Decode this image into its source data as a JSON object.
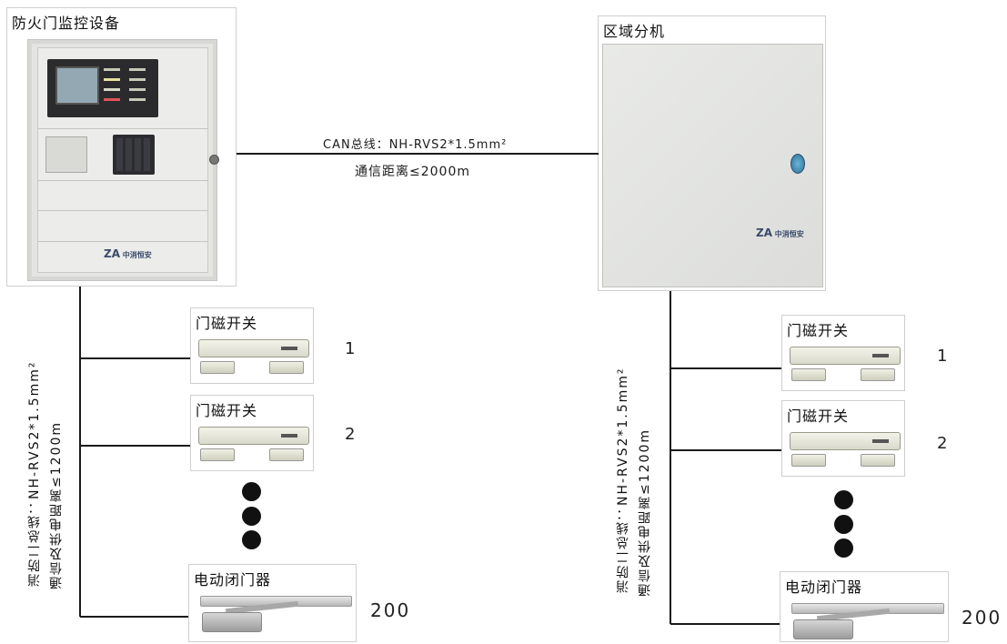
{
  "panel_left": {
    "title": "防火门监控设备",
    "brand": "中消恒安"
  },
  "panel_right": {
    "title": "区域分机",
    "brand": "中消恒安"
  },
  "can_bus": {
    "line1": "CAN总线：NH-RVS2*1.5mm²",
    "line2": "通信距离≤2000m"
  },
  "branch_left": {
    "line1": "消防二总线：NH-RVS2*1.5mm²",
    "line2": "通信及供电距离≤1200m"
  },
  "branch_right": {
    "line1": "消防二总线：NH-RVS2*1.5mm²",
    "line2": "通信及供电距离≤1200m"
  },
  "devices_left": [
    {
      "label": "门磁开关",
      "number": "1"
    },
    {
      "label": "门磁开关",
      "number": "2"
    },
    {
      "label": "电动闭门器",
      "number": "200"
    }
  ],
  "devices_right": [
    {
      "label": "门磁开关",
      "number": "1"
    },
    {
      "label": "门磁开关",
      "number": "2"
    },
    {
      "label": "电动闭门器",
      "number": "200"
    }
  ],
  "colors": {
    "line": "#1a1a1a",
    "cabinet": "#e3e4e1",
    "screen": "#8fa4b0"
  }
}
